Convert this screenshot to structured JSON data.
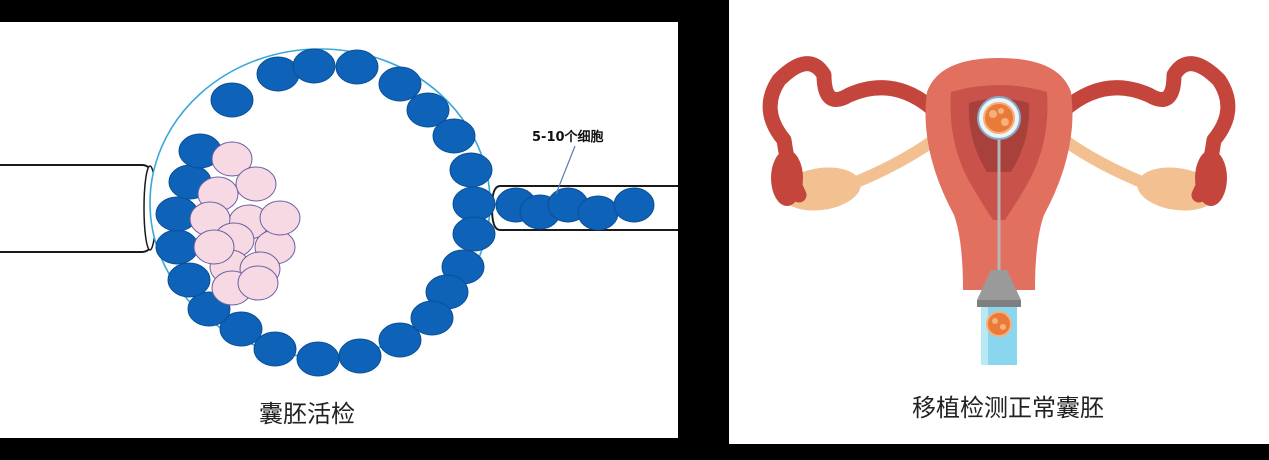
{
  "left_figure": {
    "caption": "囊胚活检",
    "callout": "5-10个细胞",
    "colors": {
      "trophectoderm": "#0e62b7",
      "inner_cell_mass": "#f6d9e2",
      "zona": "#3aa7dc",
      "outline": "#1a1a1a"
    }
  },
  "right_figure": {
    "caption": "移植检测正常囊胚",
    "colors": {
      "uterus": "#e2705f",
      "uterus_dark": "#c4453c",
      "ovary": "#f3c191",
      "catheter": "#a9a9a9",
      "syringe": "#8ad6ee",
      "embryo": "#ea7a3a"
    }
  }
}
